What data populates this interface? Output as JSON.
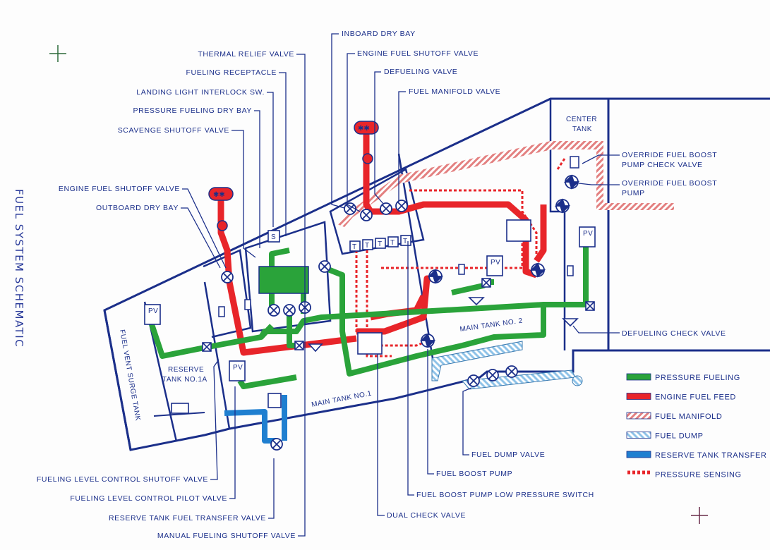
{
  "title": "FUEL SYSTEM SCHEMATIC",
  "colors": {
    "outline": "#1b2f8a",
    "pressure_fueling": "#2aa33a",
    "engine_fuel_feed": "#e8252a",
    "fuel_manifold": "#e38080",
    "fuel_dump": "#8fc3e8",
    "reserve_tank_transfer": "#1f7fd0",
    "pressure_sensing": "#e8252a"
  },
  "tanks": {
    "fuel_vent_surge_tank": "FUEL VENT SURGE TANK",
    "reserve_tank_1a_line1": "RESERVE",
    "reserve_tank_1a_line2": "TANK NO.1A",
    "main_tank_1": "MAIN TANK NO.1",
    "main_tank_2": "MAIN TANK NO. 2",
    "center_tank_line1": "CENTER",
    "center_tank_line2": "TANK"
  },
  "symbols": {
    "pv": "PV",
    "s": "S",
    "t": "T"
  },
  "labels": {
    "inboard_dry_bay": "INBOARD DRY BAY",
    "engine_fuel_shutoff_valve_top": "ENGINE FUEL SHUTOFF VALVE",
    "defueling_valve": "DEFUELING VALVE",
    "fuel_manifold_valve": "FUEL MANIFOLD VALVE",
    "thermal_relief_valve": "THERMAL RELIEF VALVE",
    "fueling_receptacle": "FUELING RECEPTACLE",
    "landing_light_interlock": "LANDING LIGHT INTERLOCK SW.",
    "pressure_fueling_dry_bay": "PRESSURE FUELING DRY BAY",
    "scavenge_shutoff_valve": "SCAVENGE SHUTOFF VALVE",
    "engine_fuel_shutoff_valve_left": "ENGINE FUEL SHUTOFF VALVE",
    "outboard_dry_bay": "OUTBOARD DRY BAY",
    "override_check_valve_line1": "OVERRIDE FUEL BOOST",
    "override_check_valve_line2": "PUMP CHECK VALVE",
    "override_pump_line1": "OVERRIDE FUEL BOOST",
    "override_pump_line2": "PUMP",
    "defueling_check_valve": "DEFUELING CHECK VALVE",
    "fueling_level_control_shutoff_valve": "FUELING LEVEL CONTROL SHUTOFF VALVE",
    "fueling_level_control_pilot_valve": "FUELING LEVEL CONTROL PILOT VALVE",
    "reserve_tank_fuel_transfer_valve": "RESERVE TANK FUEL TRANSFER VALVE",
    "manual_fueling_shutoff_valve": "MANUAL FUELING SHUTOFF VALVE",
    "fuel_dump_valve": "FUEL DUMP VALVE",
    "fuel_boost_pump": "FUEL BOOST PUMP",
    "fuel_boost_pump_low_pressure_switch": "FUEL BOOST PUMP LOW PRESSURE SWITCH",
    "dual_check_valve": "DUAL CHECK VALVE"
  },
  "legend": [
    {
      "key": "pressure_fueling",
      "label": "PRESSURE FUELING"
    },
    {
      "key": "engine_fuel_feed",
      "label": "ENGINE FUEL FEED"
    },
    {
      "key": "fuel_manifold",
      "label": "FUEL MANIFOLD"
    },
    {
      "key": "fuel_dump",
      "label": "FUEL DUMP"
    },
    {
      "key": "reserve_tank_transfer",
      "label": "RESERVE TANK TRANSFER"
    },
    {
      "key": "pressure_sensing",
      "label": "PRESSURE SENSING"
    }
  ]
}
